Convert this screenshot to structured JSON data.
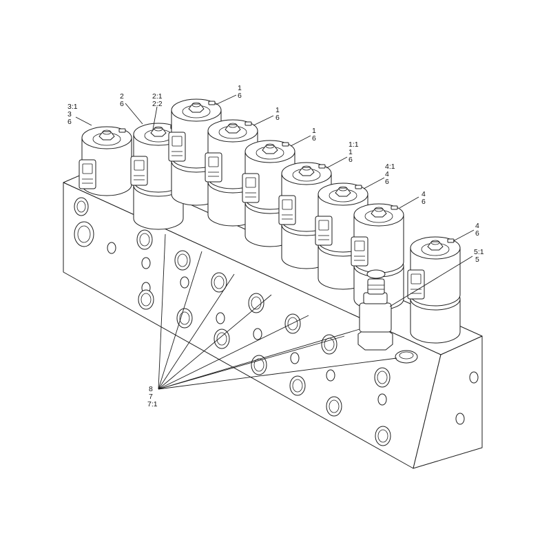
{
  "diagram": {
    "type": "exploded-parts-view",
    "line_color": "#1a1a1a",
    "background": "#ffffff",
    "callouts": [
      {
        "id": "c1",
        "lines": [
          "3:1",
          "3",
          "6"
        ]
      },
      {
        "id": "c2",
        "lines": [
          "2",
          "6"
        ]
      },
      {
        "id": "c3",
        "lines": [
          "2:1",
          "2:2"
        ]
      },
      {
        "id": "c4",
        "lines": [
          "1",
          "6"
        ]
      },
      {
        "id": "c5",
        "lines": [
          "1",
          "6"
        ]
      },
      {
        "id": "c6",
        "lines": [
          "1",
          "6"
        ]
      },
      {
        "id": "c7",
        "lines": [
          "1:1",
          "1",
          "6"
        ]
      },
      {
        "id": "c8",
        "lines": [
          "4:1",
          "4",
          "6"
        ]
      },
      {
        "id": "c9",
        "lines": [
          "4",
          "6"
        ]
      },
      {
        "id": "c10",
        "lines": [
          "4",
          "6"
        ]
      },
      {
        "id": "c11",
        "lines": [
          "5:1",
          "5"
        ]
      },
      {
        "id": "c12",
        "lines": [
          "8",
          "7",
          "7:1"
        ]
      }
    ]
  }
}
